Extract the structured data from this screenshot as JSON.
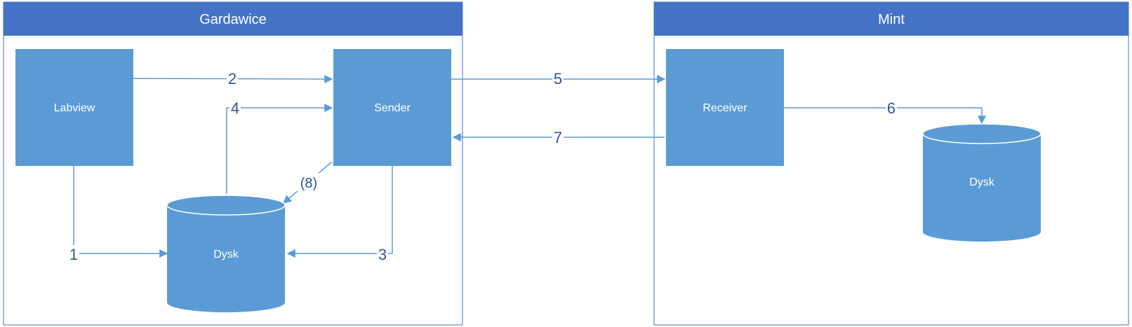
{
  "groups": {
    "left": {
      "title": "Gardawice"
    },
    "right": {
      "title": "Mint"
    }
  },
  "nodes": {
    "labview": "Labview",
    "sender": "Sender",
    "dysk_left": "Dysk",
    "receiver": "Receiver",
    "dysk_right": "Dysk"
  },
  "edges": {
    "e1": "1",
    "e2": "2",
    "e3": "3",
    "e4": "4",
    "e5": "5",
    "e6": "6",
    "e7": "7",
    "e8": "(8)"
  },
  "colors": {
    "header": "#4472C4",
    "node": "#5B9BD5",
    "label": "#2F5597"
  }
}
